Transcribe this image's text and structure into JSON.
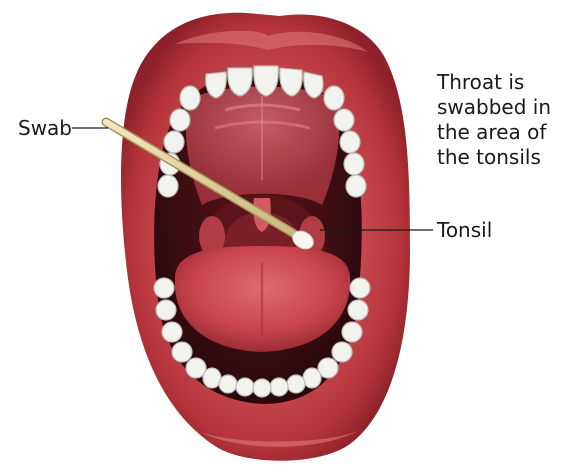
{
  "labels": {
    "swab": "Swab",
    "tonsil": "Tonsil"
  },
  "caption": {
    "lines": [
      "Throat is",
      "swabbed in",
      "the area of",
      "the tonsils"
    ]
  },
  "colors": {
    "lip_outer": "#b5343c",
    "lip_highlight": "#e07a7e",
    "mouth_dark": "#3a0d12",
    "throat": "#7a1f27",
    "palate": "#c7535c",
    "tongue": "#c8454d",
    "tongue_light": "#df6a70",
    "teeth": "#f2f2ef",
    "teeth_shadow": "#bdbdb6",
    "swab_stick": "#e9d9a6",
    "swab_tip": "#f6f6f2",
    "leader_line": "#1a1a1a"
  }
}
